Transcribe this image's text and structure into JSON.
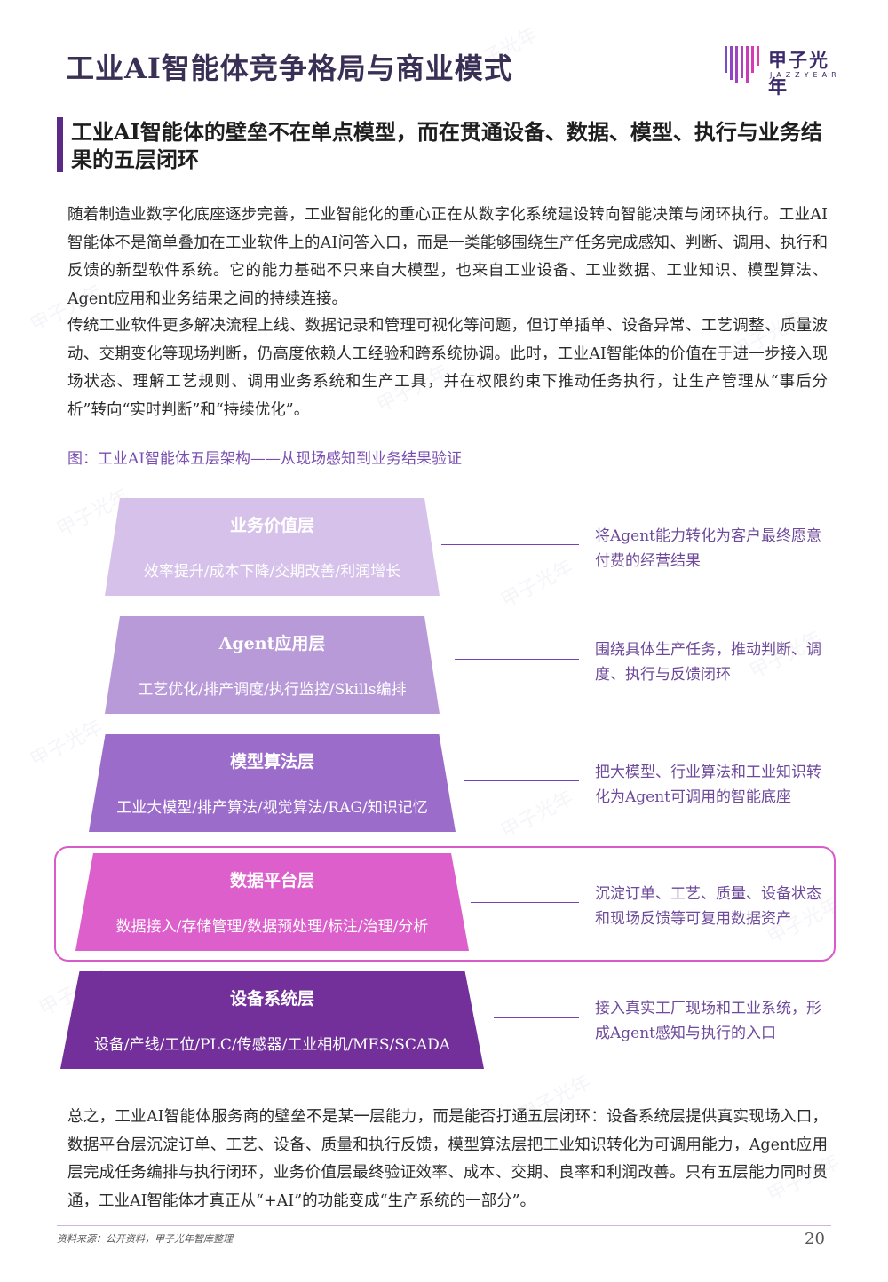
{
  "header": {
    "title": "工业AI智能体竞争格局与商业模式",
    "logo_cn": "甲子光年",
    "logo_en": "JAZZYEAR"
  },
  "headline": "工业AI智能体的壁垒不在单点模型，而在贯通设备、数据、模型、执行与业务结果的五层闭环",
  "paragraphs": [
    "随着制造业数字化底座逐步完善，工业智能化的重心正在从数字化系统建设转向智能决策与闭环执行。工业AI智能体不是简单叠加在工业软件上的AI问答入口，而是一类能够围绕生产任务完成感知、判断、调用、执行和反馈的新型软件系统。它的能力基础不只来自大模型，也来自工业设备、工业数据、工业知识、模型算法、Agent应用和业务结果之间的持续连接。",
    "传统工业软件更多解决流程上线、数据记录和管理可视化等问题，但订单插单、设备异常、工艺调整、质量波动、交期变化等现场判断，仍高度依赖人工经验和跨系统协调。此时，工业AI智能体的价值在于进一步接入现场状态、理解工艺规则、调用业务系统和生产工具，并在权限约束下推动任务执行，让生产管理从“事后分析”转向“实时判断”和“持续优化”。"
  ],
  "figure": {
    "caption": "图：工业AI智能体五层架构——从现场感知到业务结果验证",
    "layers": [
      {
        "title": "业务价值层",
        "subtitle": "效率提升/成本下降/交期改善/利润增长",
        "color": "#d6c1ea",
        "note": "将Agent能力转化为客户最终愿意付费的经营结果"
      },
      {
        "title": "Agent应用层",
        "subtitle": "工艺优化/排产调度/执行监控/Skills编排",
        "color": "#b99ad9",
        "note": "围绕具体生产任务，推动判断、调度、执行与反馈闭环"
      },
      {
        "title": "模型算法层",
        "subtitle": "工业大模型/排产算法/视觉算法/RAG/知识记忆",
        "color": "#9c6ccb",
        "note": "把大模型、行业算法和工业知识转化为Agent可调用的智能底座"
      },
      {
        "title": "数据平台层",
        "subtitle": "数据接入/存储管理/数据预处理/标注/治理/分析",
        "color": "#dd5fcb",
        "note": "沉淀订单、工艺、质量、设备状态和现场反馈等可复用数据资产"
      },
      {
        "title": "设备系统层",
        "subtitle": "设备/产线/工位/PLC/传感器/工业相机/MES/SCADA",
        "color": "#73309b",
        "note": "接入真实工厂现场和工业系统，形成Agent感知与执行的入口"
      }
    ]
  },
  "conclusion": "总之，工业AI智能体服务商的壁垒不是某一层能力，而是能否打通五层闭环：设备系统层提供真实现场入口，数据平台层沉淀订单、工艺、设备、质量和执行反馈，模型算法层把工业知识转化为可调用能力，Agent应用层完成任务编排与执行闭环，业务价值层最终验证效率、成本、交期、良率和利润改善。只有五层能力同时贯通，工业AI智能体才真正从“+AI”的功能变成“生产系统的一部分”。",
  "footer": {
    "source": "资料来源：公开资料，甲子光年智库整理",
    "page_number": "20"
  }
}
